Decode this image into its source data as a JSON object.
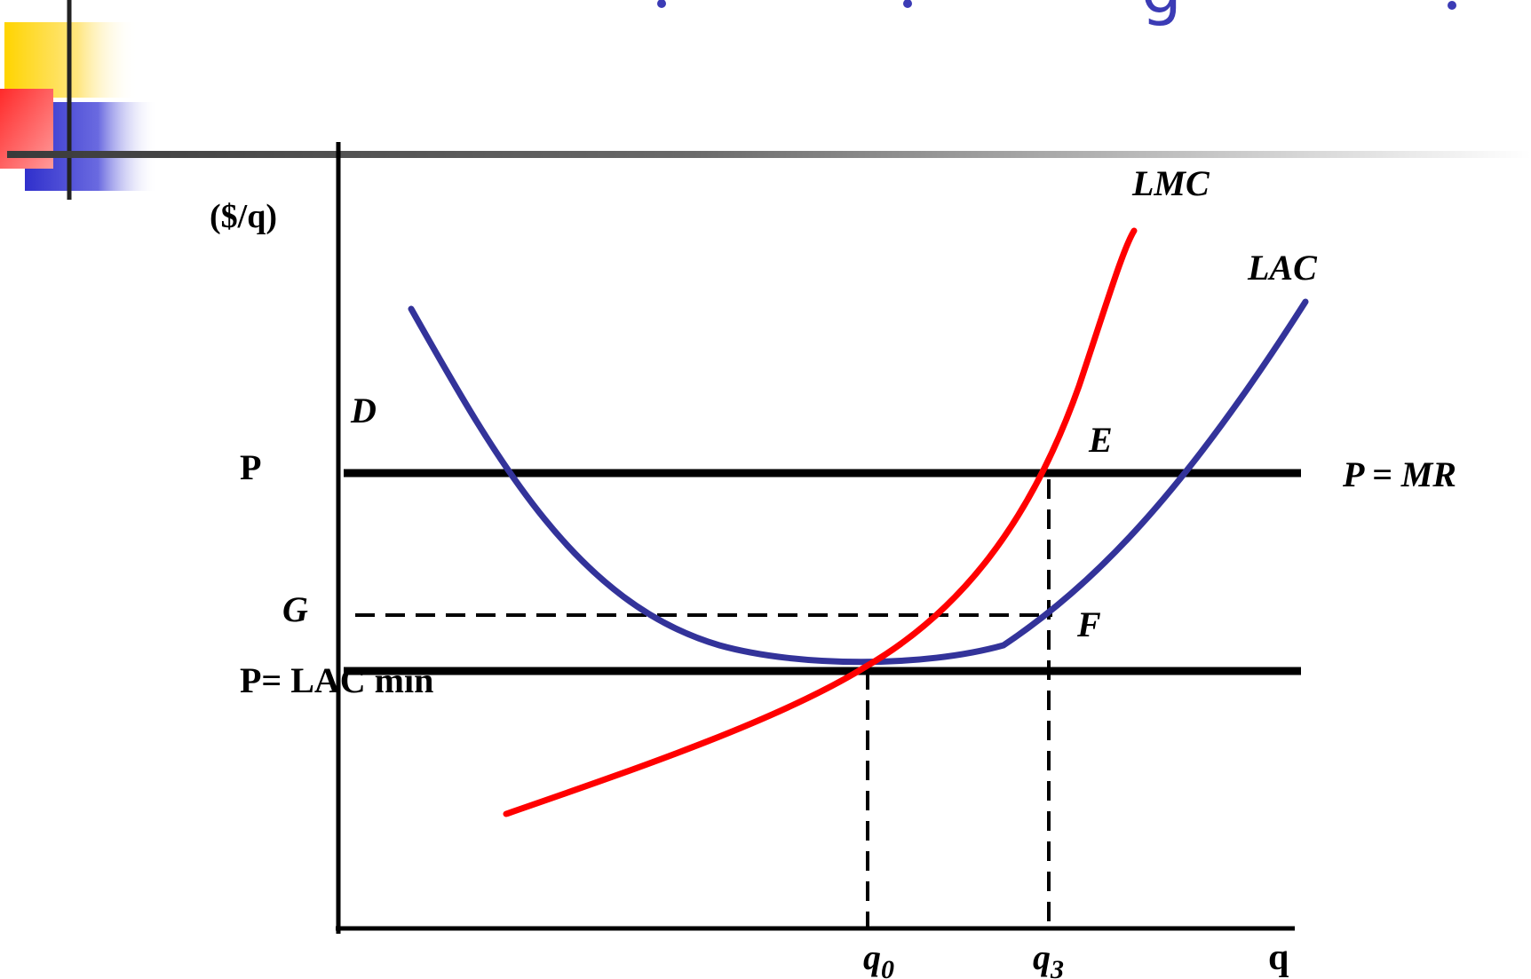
{
  "slide": {
    "title_visible_fragment": "g",
    "colors": {
      "title": "#3b3bb5",
      "lac": "#33339a",
      "lmc": "#ff0000",
      "axis": "#000000",
      "deco_yellow": "#ffd400",
      "deco_red": "#ff3b3b",
      "deco_blue": "#3030cc"
    }
  },
  "diagram": {
    "y_axis_label": "($/q)",
    "x_axis_label": "q",
    "curves": {
      "lmc_label": "LMC",
      "lac_label": "LAC"
    },
    "price_lines": {
      "p_label": "P",
      "p_mr_label": "P = MR",
      "g_label": "G",
      "p_lac_min_label": "P= LAC min"
    },
    "points": {
      "d": "D",
      "e": "E",
      "f": "F"
    },
    "quantities": {
      "q0_base": "q",
      "q0_sub": "0",
      "q3_base": "q",
      "q3_sub": "3"
    }
  }
}
